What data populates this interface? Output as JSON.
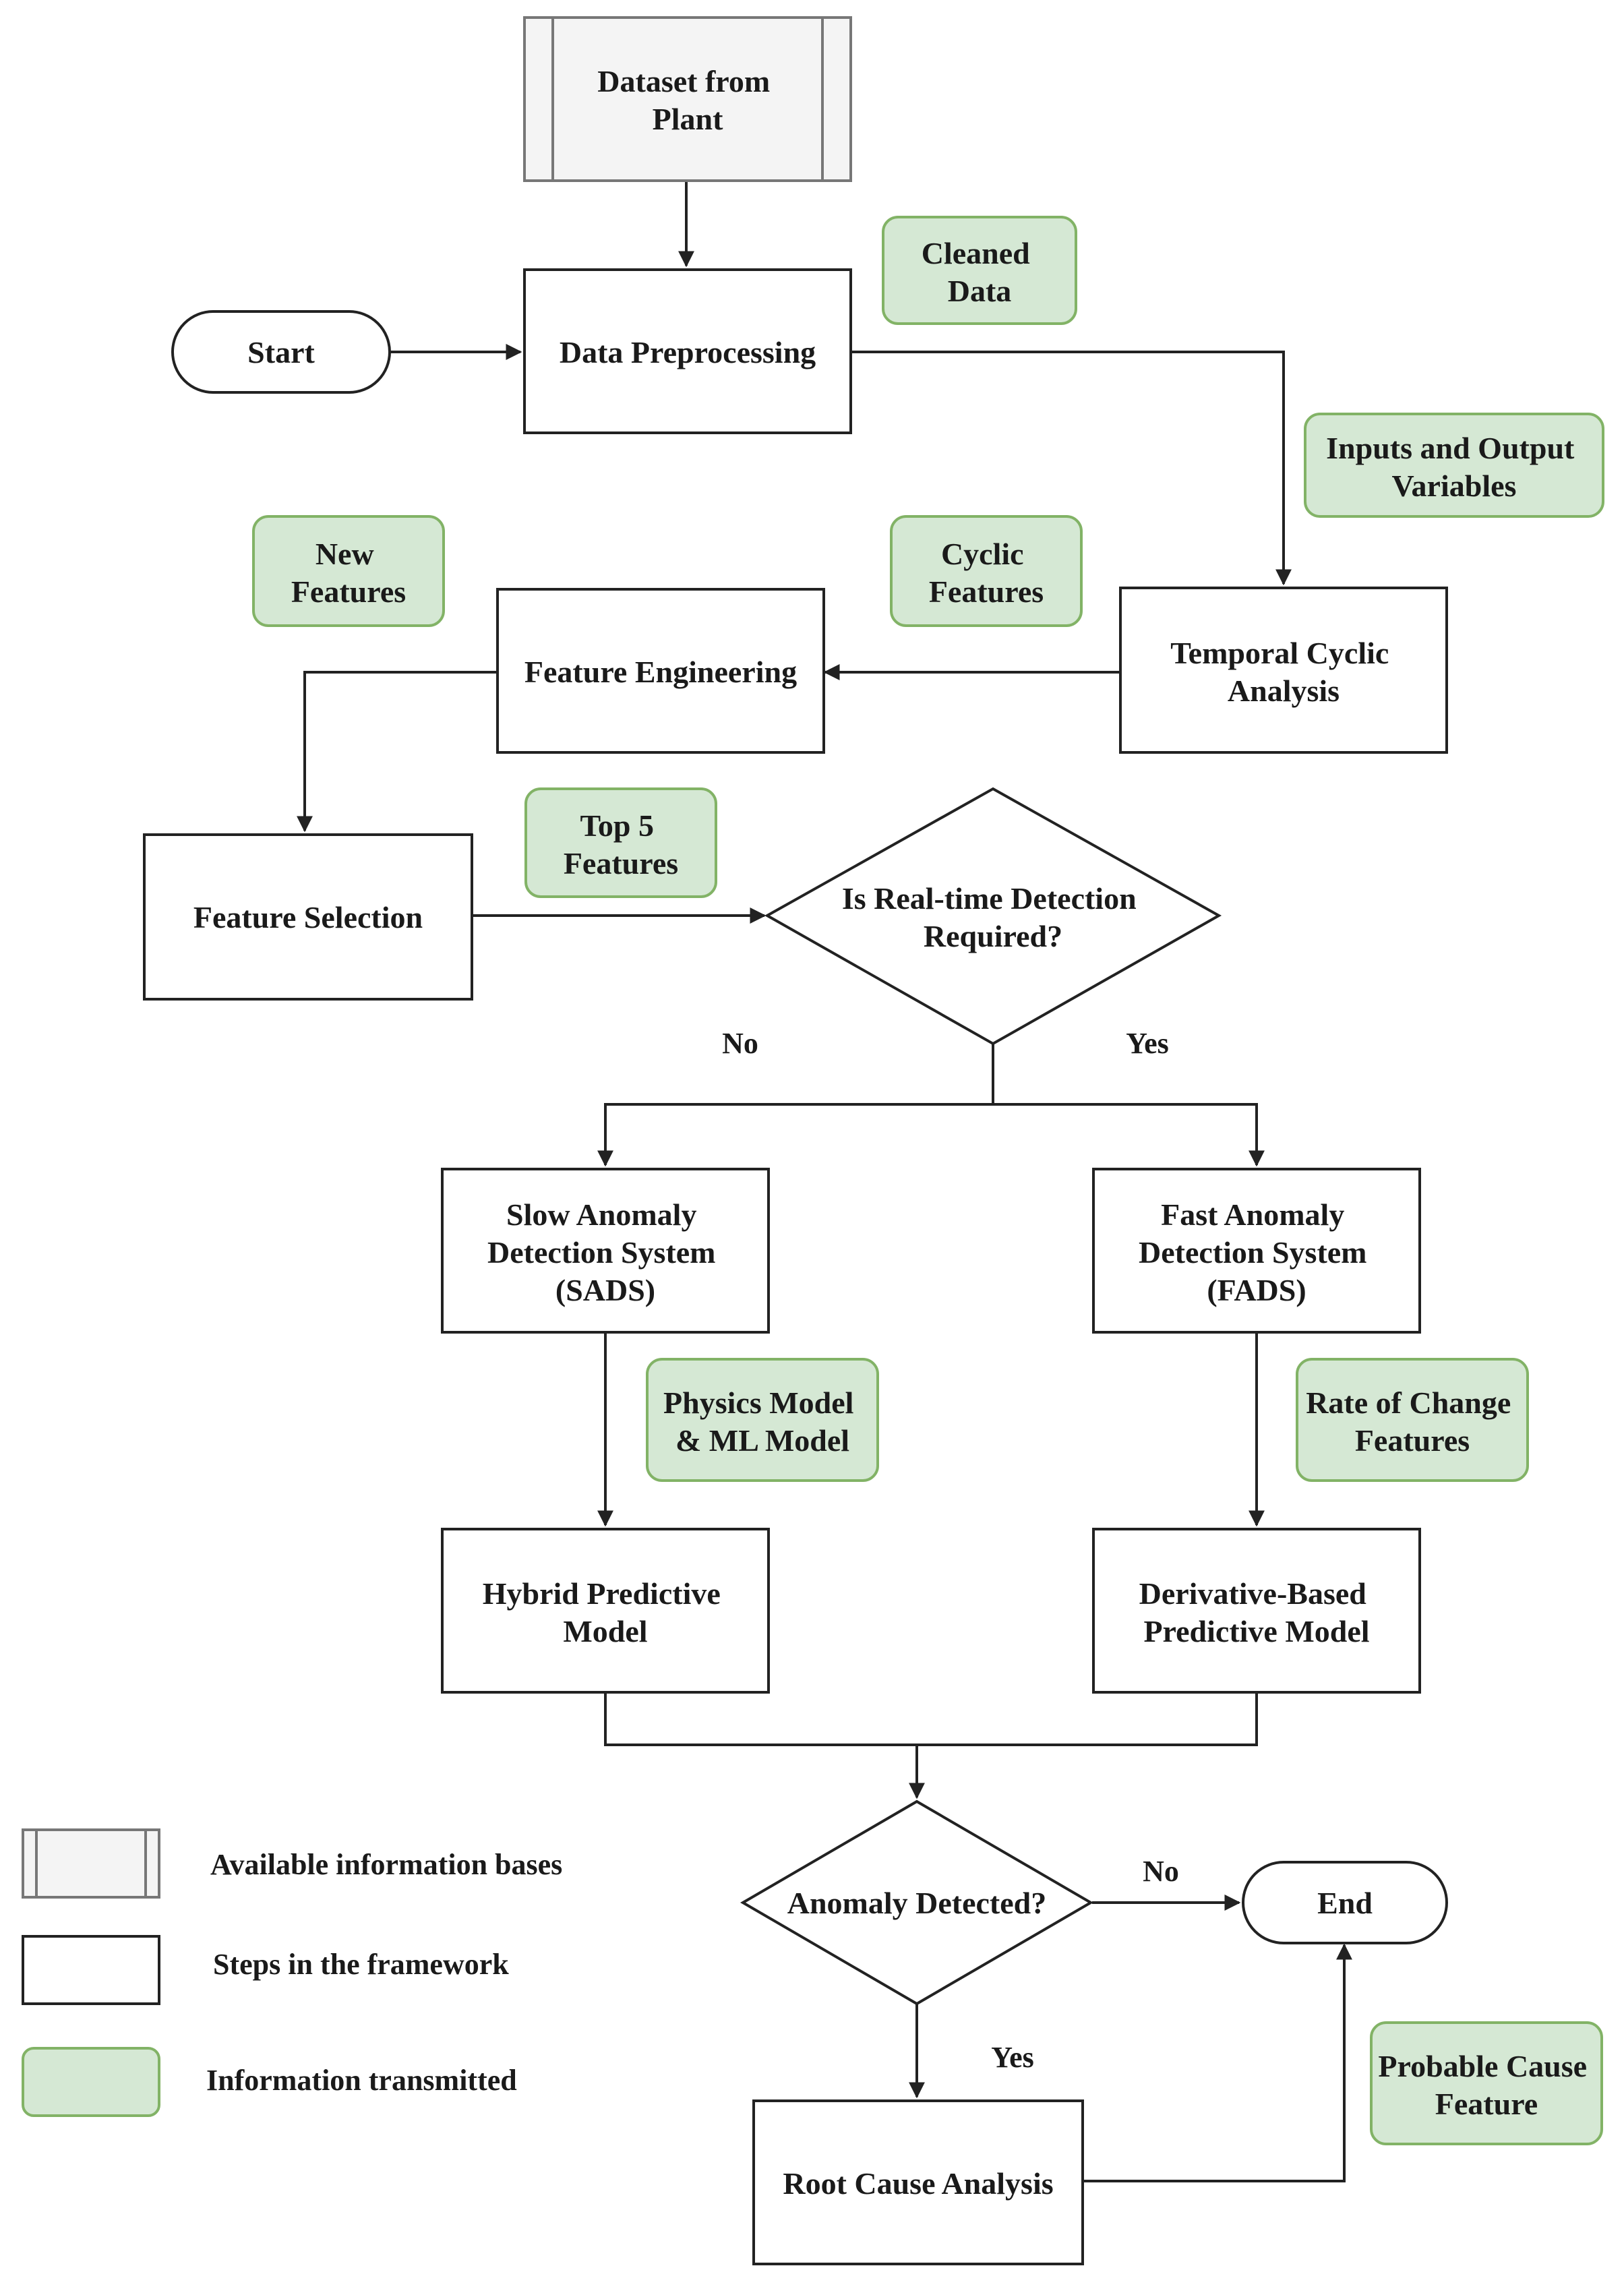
{
  "nodes": {
    "dataset": [
      "Dataset from",
      "Plant"
    ],
    "start": [
      "Start"
    ],
    "preprocessing": [
      "Data Preprocessing"
    ],
    "temporal": [
      "Temporal Cyclic",
      "Analysis"
    ],
    "feature_engineering": [
      "Feature Engineering"
    ],
    "feature_selection": [
      "Feature Selection"
    ],
    "realtime_decision": [
      "Is Real-time Detection",
      "Required?"
    ],
    "sads": [
      "Slow Anomaly",
      "Detection System",
      "(SADS)"
    ],
    "fads": [
      "Fast Anomaly",
      "Detection System",
      "(FADS)"
    ],
    "hybrid": [
      "Hybrid Predictive",
      "Model"
    ],
    "derivative": [
      "Derivative-Based",
      "Predictive Model"
    ],
    "anomaly_decision": [
      "Anomaly Detected?"
    ],
    "end": [
      "End"
    ],
    "root_cause": [
      "Root Cause Analysis"
    ]
  },
  "info": {
    "cleaned": [
      "Cleaned",
      "Data"
    ],
    "io_vars": [
      "Inputs and Output",
      "Variables"
    ],
    "new_features": [
      "New",
      "Features"
    ],
    "cyclic": [
      "Cyclic",
      "Features"
    ],
    "top5": [
      "Top 5",
      "Features"
    ],
    "physics_ml": [
      "Physics Model",
      "& ML Model"
    ],
    "rate_change": [
      "Rate of Change",
      "Features"
    ],
    "probable_cause": [
      "Probable Cause",
      "Feature"
    ]
  },
  "branches": {
    "realtime_no": "No",
    "realtime_yes": "Yes",
    "anomaly_no": "No",
    "anomaly_yes": "Yes"
  },
  "legend": {
    "info_bases": "Available information bases",
    "steps": "Steps in the framework",
    "transmitted": "Information transmitted"
  },
  "colors": {
    "info_fill": "#d5e8d4",
    "info_stroke": "#82b366",
    "db_fill": "#f4f4f4",
    "db_stroke": "#777777",
    "line": "#222222"
  }
}
